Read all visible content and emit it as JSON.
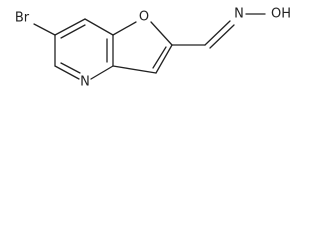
{
  "molecule": {
    "atoms": {
      "br": "Br",
      "n_ring": "N",
      "o_ring": "O",
      "n_oxime": "N",
      "oh": "OH"
    },
    "colors": {
      "bond": "#222222",
      "label": "#222222",
      "background": "#ffffff"
    }
  }
}
